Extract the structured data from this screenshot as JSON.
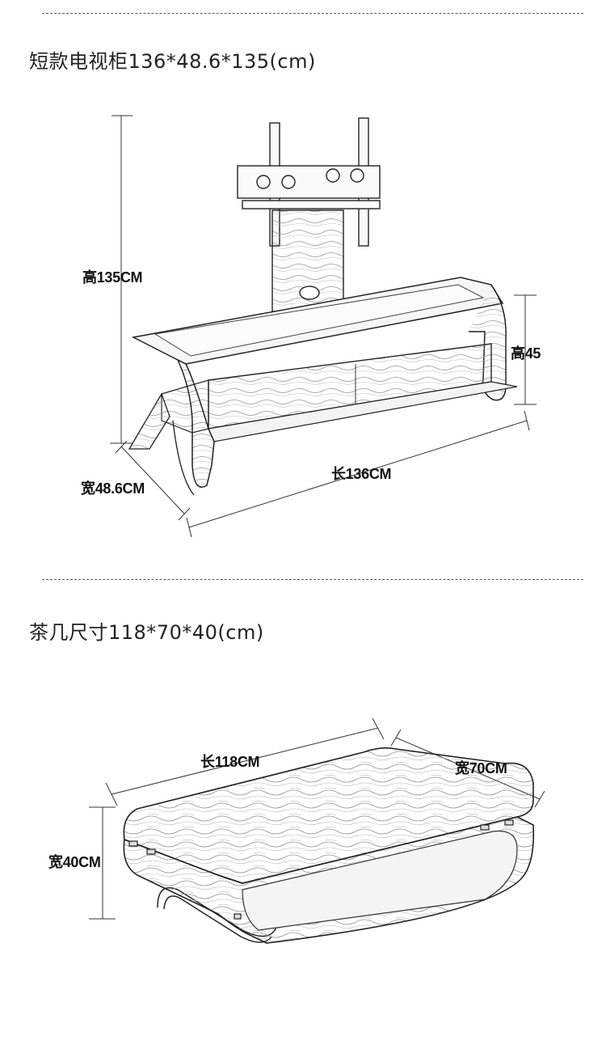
{
  "tv_cabinet": {
    "title": "短款电视柜136*48.6*135(cm)",
    "height_label": "高135CM",
    "shelf_height_label": "高45",
    "depth_label": "宽48.6CM",
    "length_label": "长136CM"
  },
  "coffee_table": {
    "title": "茶几尺寸118*70*40(cm)",
    "length_label": "长118CM",
    "width_label": "宽70CM",
    "height_label": "宽40CM"
  }
}
